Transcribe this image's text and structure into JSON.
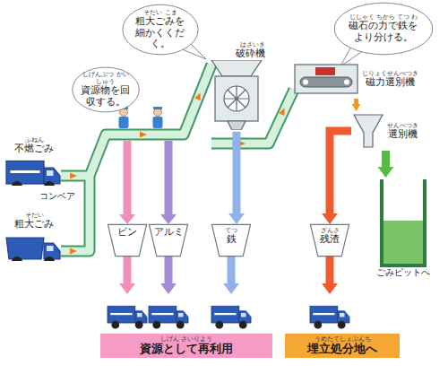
{
  "diagram": {
    "nodes": [
      {
        "text": [
          "しげんぶつ かいしゅう",
          "資源物を回収する。"
        ]
      },
      {
        "text": [
          "そだい こま",
          "粗大ごみを細かくくだく。"
        ]
      },
      {
        "text": [
          "じしゃく ちから てつ わ",
          "磁石の力で鉄をより分ける。"
        ]
      },
      {
        "text": [
          "ふねん",
          "不燃ごみ"
        ]
      },
      {
        "text": [
          "そだい",
          "粗大ごみ"
        ]
      },
      {
        "text": [
          "はさいき",
          "破砕機"
        ]
      },
      {
        "text": [
          "じりょくせんべつき",
          "磁力選別機"
        ]
      },
      {
        "text": [
          "せんべつき",
          "選別機"
        ]
      },
      {
        "text": [
          "ビン"
        ]
      },
      {
        "text": [
          "アルミ"
        ]
      },
      {
        "text": [
          "てつ",
          "鉄"
        ]
      },
      {
        "text": [
          "ざんさ",
          "残渣"
        ]
      },
      {
        "text": [
          "ごみピットへ"
        ]
      },
      {
        "text": [
          "しげん さいりよう",
          "資源として再利用"
        ]
      },
      {
        "text": [
          "うめたてしょぶんち",
          "埋立処分地へ"
        ]
      }
    ],
    "edges": [
      {
        "from": 5,
        "to": 10,
        "arrow": "to"
      },
      {
        "from": 6,
        "to": 7,
        "arrow": "to"
      },
      {
        "from": 7,
        "to": 11,
        "arrow": "to"
      },
      {
        "from": 7,
        "to": 12,
        "arrow": "to"
      },
      {
        "from": 8,
        "to": 13,
        "arrow": "to"
      },
      {
        "from": 9,
        "to": 13,
        "arrow": "to"
      },
      {
        "from": 10,
        "to": 13,
        "arrow": "to"
      },
      {
        "from": 11,
        "to": 14,
        "arrow": "to"
      }
    ],
    "labels": [
      "コンベア"
    ]
  }
}
